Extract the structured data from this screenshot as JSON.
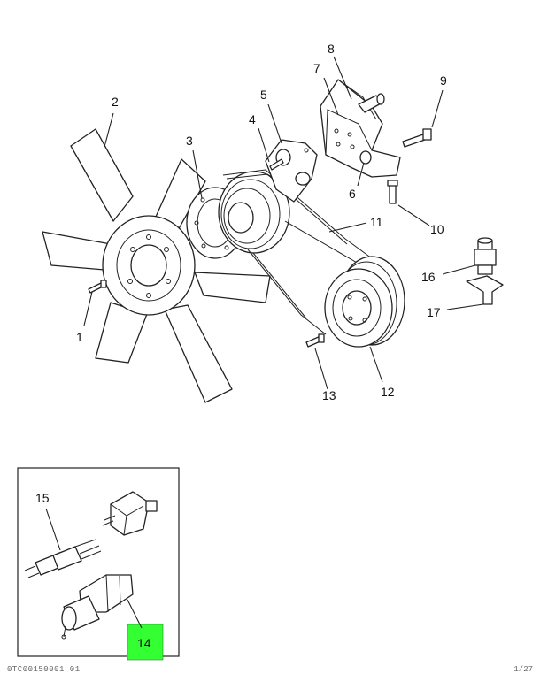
{
  "callouts": {
    "c1": "1",
    "c2": "2",
    "c3": "3",
    "c4": "4",
    "c5": "5",
    "c6": "6",
    "c7": "7",
    "c8": "8",
    "c9": "9",
    "c10": "10",
    "c11": "11",
    "c12": "12",
    "c13": "13",
    "c14": "14",
    "c15": "15",
    "c16": "16",
    "c17": "17"
  },
  "highlight": {
    "callout": "14",
    "color": "#33ff33"
  },
  "footer": {
    "left": "0TC00150001 01",
    "right": "1/27"
  }
}
